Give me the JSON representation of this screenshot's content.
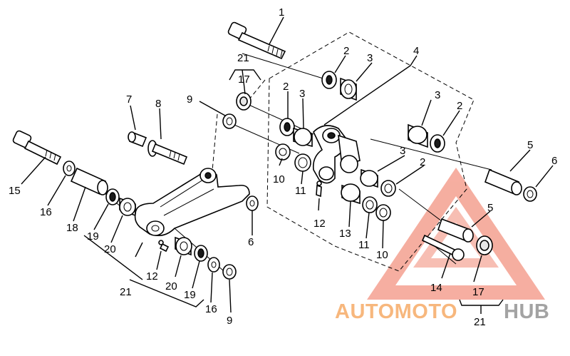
{
  "labels": {
    "l1": "1",
    "l2a": "2",
    "l3a": "3",
    "l4": "4",
    "l2b": "2",
    "l3b": "3",
    "l3c": "3",
    "l2c": "2",
    "l21a": "21",
    "l17a": "17",
    "l7": "7",
    "l8": "8",
    "l9a": "9",
    "l5a": "5",
    "l6a": "6",
    "l3d": "3",
    "l2d": "2",
    "l10a": "10",
    "l11a": "11",
    "l12a": "12",
    "l13": "13",
    "l11b": "11",
    "l10b": "10",
    "l5b": "5",
    "l15": "15",
    "l16a": "16",
    "l18": "18",
    "l19a": "19",
    "l20a": "20",
    "l6b": "6",
    "l12b": "12",
    "l20b": "20",
    "l19b": "19",
    "l16b": "16",
    "l21b": "21",
    "l9b": "9",
    "l14": "14",
    "l17b": "17",
    "l21c": "21"
  },
  "watermark": {
    "part1": "AUTOMOTO",
    "part2": "HUB",
    "color_red": "#f08a7a",
    "color_orange": "#f7b070",
    "color_gray": "#9a9a9a"
  }
}
